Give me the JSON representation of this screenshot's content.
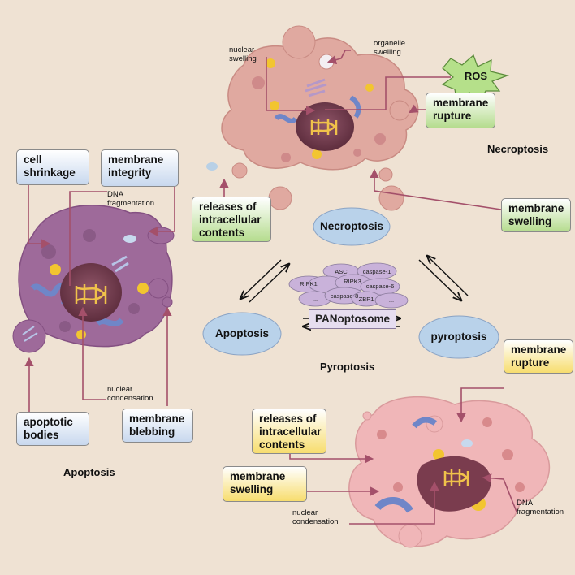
{
  "center": {
    "necroptosis": "Necroptosis",
    "apoptosis": "Apoptosis",
    "pyroptosis": "pyroptosis",
    "panoptosome": "PANoptosome",
    "proteins": [
      "ASC",
      "caspase-1",
      "RIPK1",
      "RIPK3",
      "caspase-6",
      "caspase-8",
      "ZBP1",
      "...",
      "..."
    ]
  },
  "necroptosis_panel": {
    "title": "Necroptosis",
    "nuclear_swelling": "nuclear\nswelling",
    "organelle_swelling": "organelle\nswelling",
    "ros": "ROS",
    "membrane_rupture": "membrane\nrupture",
    "releases": "releases of\nintracellular\ncontents",
    "membrane_swelling": "membrane\nswelling"
  },
  "apoptosis_panel": {
    "title": "Apoptosis",
    "cell_shrinkage": "cell\nshrinkage",
    "membrane_integrity": "membrane\nintegrity",
    "dna_fragmentation": "DNA\nfragmentation",
    "nuclear_condensation": "nuclear\ncondensation",
    "apoptotic_bodies": "apoptotic\nbodies",
    "membrane_blebbing": "membrane\nblebbing"
  },
  "pyroptosis_panel": {
    "title": "Pyroptosis",
    "membrane_rupture": "membrane\nrupture",
    "releases": "releases of\nintracellular\ncontents",
    "membrane_swelling": "membrane\nswelling",
    "nuclear_condensation": "nuclear\ncondensation",
    "dna_fragmentation": "DNA\nfragmentation"
  },
  "colors": {
    "background": "#efe2d3",
    "apoptotic_cell": "#9e6a9a",
    "necrotic_cell": "#e0a9a0",
    "pyroptotic_cell": "#f0b6b8",
    "nucleus": "#6f3a4a",
    "arrow": "#a4506a",
    "mitochondria": "#6f86c8",
    "ellipse": "#b9d2ea",
    "ros": "#b5e08a"
  }
}
